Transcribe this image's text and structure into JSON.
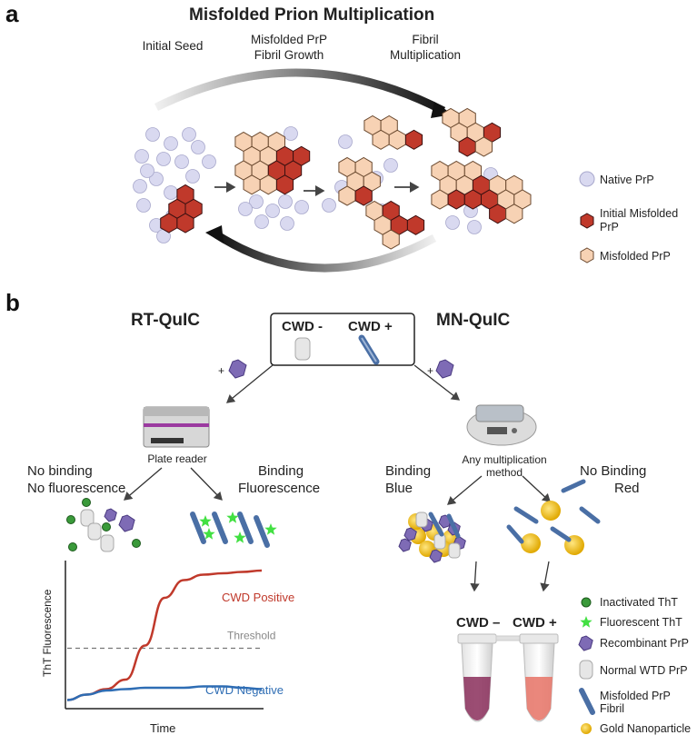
{
  "panel_a": {
    "letter": "a",
    "title": "Misfolded Prion Multiplication",
    "step1": "Initial Seed",
    "step2_line1": "Misfolded PrP",
    "step2_line2": "Fibril Growth",
    "step3_line1": "Fibril",
    "step3_line2": "Multiplication",
    "legend": {
      "native": "Native PrP",
      "initial_line1": "Initial Misfolded",
      "initial_line2": "PrP",
      "misfolded": "Misfolded PrP"
    }
  },
  "panel_b": {
    "letter": "b",
    "rtquic_title": "RT-QuIC",
    "mnquic_title": "MN-QuIC",
    "cwd_neg": "CWD -",
    "cwd_pos": "CWD +",
    "plus_left": "+",
    "plus_right": "+",
    "plate_reader": "Plate reader",
    "any_method_line1": "Any multiplication",
    "any_method_line2": "method",
    "no_binding_line1": "No binding",
    "no_binding_line2": "No fluorescence",
    "binding_line1": "Binding",
    "binding_line2": "Fluorescence",
    "mn_binding_line1": "Binding",
    "mn_binding_line2": "Blue",
    "mn_nobinding_line1": "No Binding",
    "mn_nobinding_line2": "Red",
    "tube_neg": "CWD –",
    "tube_pos": "CWD +",
    "legend": {
      "inactivated": "Inactivated ThT",
      "fluorescent": "Fluorescent ThT",
      "recombinant": "Recombinant PrP",
      "normal": "Normal WTD PrP",
      "fibril_line1": "Misfolded PrP",
      "fibril_line2": "Fibril",
      "gold": "Gold Nanoparticle"
    }
  },
  "chart_data": {
    "type": "line",
    "ylabel": "ThT Fluorescence",
    "xlabel": "Time",
    "series": [
      {
        "name": "CWD Positive",
        "color": "#c0392b",
        "x": [
          0,
          1,
          2,
          3,
          4,
          5,
          6,
          7,
          8,
          9,
          10
        ],
        "y": [
          0.05,
          0.09,
          0.13,
          0.2,
          0.45,
          0.8,
          0.93,
          0.97,
          0.98,
          0.99,
          1.0
        ]
      },
      {
        "name": "CWD Negative",
        "color": "#2e6db4",
        "x": [
          0,
          1,
          2,
          3,
          4,
          5,
          6,
          7,
          8,
          9,
          10
        ],
        "y": [
          0.05,
          0.09,
          0.12,
          0.13,
          0.14,
          0.14,
          0.14,
          0.15,
          0.15,
          0.14,
          0.13
        ]
      }
    ],
    "threshold": {
      "label": "Threshold",
      "y": 0.43
    },
    "grid": false
  },
  "colors": {
    "native": "#d9d9f0",
    "native_stroke": "#a8a8cc",
    "initial": "#c0392b",
    "misfolded": "#f7d2b4",
    "arrow": "#1a1a1a",
    "recombinant": "#7e6bb5",
    "fibril": "#4a6fa5",
    "gold": "#f2c21b",
    "tht": "#3a9a3a",
    "star": "#42e042",
    "positive": "#c0392b",
    "negative": "#2e6db4"
  }
}
